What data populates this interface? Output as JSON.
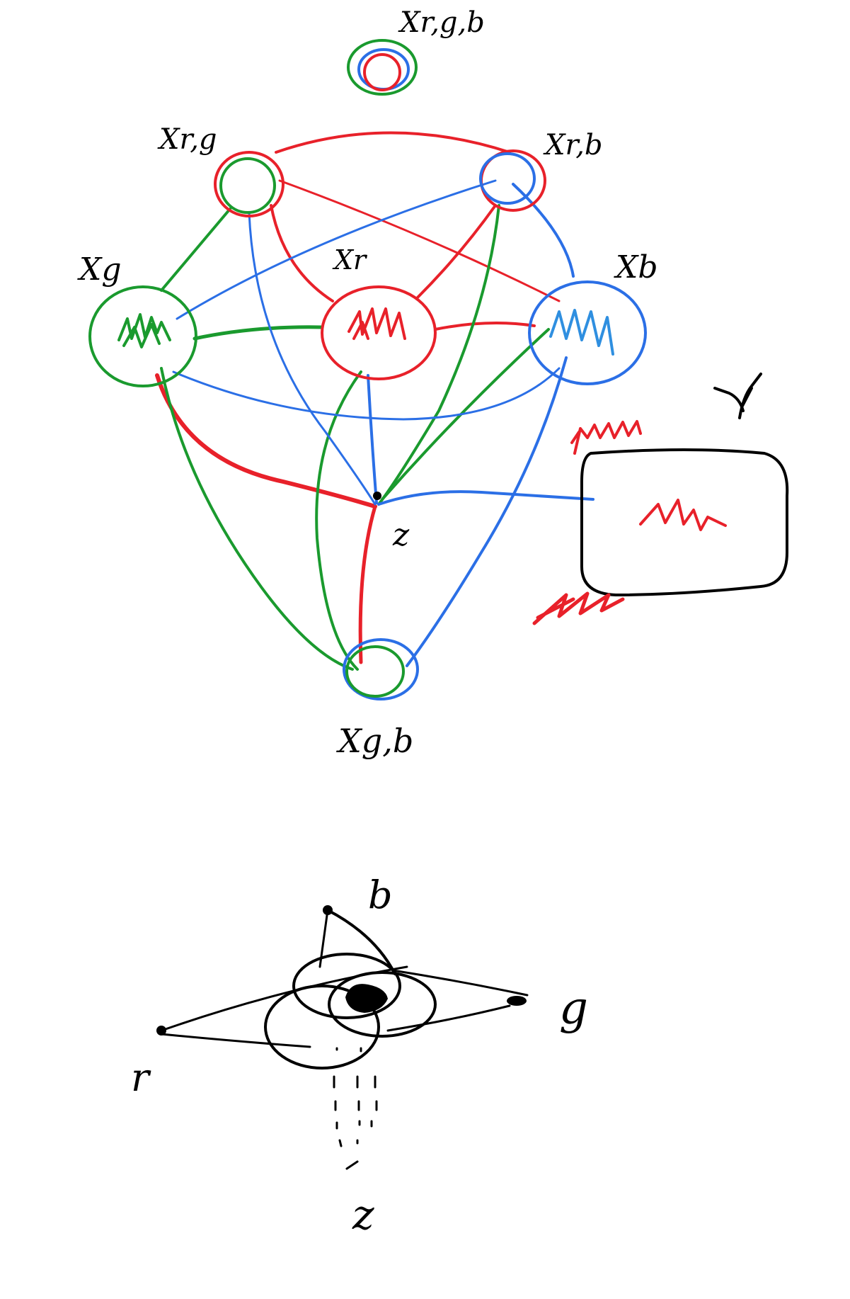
{
  "colors": {
    "red": "#e8212a",
    "green": "#1a9a2e",
    "blue": "#2b6fe6",
    "lightblue": "#2f8fe0",
    "black": "#000000"
  },
  "labels": {
    "x_rgb": "Xr,g,b",
    "x_rg": "Xr,g",
    "x_rb": "Xr,b",
    "x_g": "Xg",
    "x_r": "Xr",
    "x_b": "Xb",
    "z_top": "z",
    "x_gb": "Xg,b",
    "b_vertex": "b",
    "g_vertex": "g",
    "r_vertex": "r",
    "z_bottom": "z"
  },
  "icons": {
    "eye": "eye-icon",
    "image_box": "image-box"
  }
}
